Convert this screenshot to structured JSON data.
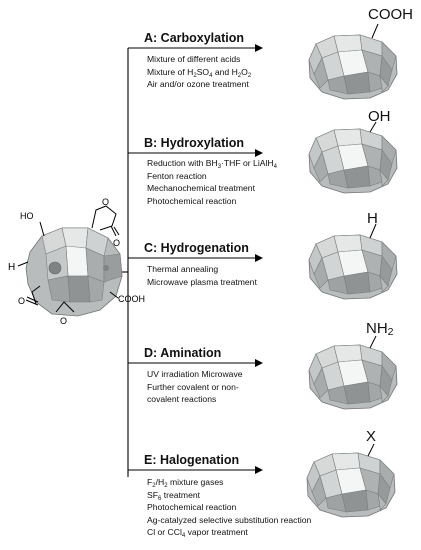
{
  "sections": [
    {
      "title": "A: Carboxylation",
      "lines": [
        [
          {
            "t": "Mixture of different acids"
          }
        ],
        [
          {
            "t": "Mixture of H"
          },
          {
            "sub": "2"
          },
          {
            "t": "SO"
          },
          {
            "sub": "4"
          },
          {
            "t": " and H"
          },
          {
            "sub": "2"
          },
          {
            "t": "O"
          },
          {
            "sub": "2"
          }
        ],
        [
          {
            "t": "Air and/or ozone treatment"
          }
        ]
      ],
      "group": [
        {
          "t": "COOH"
        }
      ]
    },
    {
      "title": "B: Hydroxylation",
      "lines": [
        [
          {
            "t": "Reduction with BH"
          },
          {
            "sub": "3"
          },
          {
            "t": "·THF or LiAlH"
          },
          {
            "sub": "4"
          }
        ],
        [
          {
            "t": "Fenton reaction"
          }
        ],
        [
          {
            "t": "Mechanochemical treatment"
          }
        ],
        [
          {
            "t": "Photochemical reaction"
          }
        ]
      ],
      "group": [
        {
          "t": "OH"
        }
      ]
    },
    {
      "title": "C: Hydrogenation",
      "lines": [
        [
          {
            "t": "Thermal annealing"
          }
        ],
        [
          {
            "t": "Microwave plasma treatment"
          }
        ]
      ],
      "group": [
        {
          "t": "H"
        }
      ]
    },
    {
      "title": "D: Amination",
      "lines": [
        [
          {
            "t": "UV irradiation Microwave"
          }
        ],
        [
          {
            "t": "Further covalent or non-"
          }
        ],
        [
          {
            "t": "covalent reactions"
          }
        ]
      ],
      "group": [
        {
          "t": "NH"
        },
        {
          "sub": "2"
        }
      ]
    },
    {
      "title": "E: Halogenation",
      "lines": [
        [
          {
            "t": "F"
          },
          {
            "sub": "2"
          },
          {
            "t": "/H"
          },
          {
            "sub": "2"
          },
          {
            "t": " mixture gases"
          }
        ],
        [
          {
            "t": "SF"
          },
          {
            "sub": "6"
          },
          {
            "t": " treatment"
          }
        ],
        [
          {
            "t": "Photochemical reaction"
          }
        ],
        [
          {
            "t": "Ag-catalyzed selective substitution reaction"
          }
        ],
        [
          {
            "t": "Cl or CCl"
          },
          {
            "sub": "4"
          },
          {
            "t": " vapor treatment"
          }
        ]
      ],
      "group": [
        {
          "t": "X"
        }
      ]
    }
  ],
  "source_molecule": {
    "labels": {
      "ho": "HO",
      "h": "H",
      "o_ring": "O",
      "o_carbonyl": "O",
      "o_epoxide": "O",
      "o_ketone": "O",
      "cooh": "COOH"
    }
  },
  "colors": {
    "arrow": "#000000",
    "cage_light": "#d9dbdb",
    "cage_mid": "#b4b7b7",
    "cage_dark": "#8f9393",
    "cage_edge": "#6f7474",
    "window": "#f4f6f6",
    "hole": "#7e8383"
  }
}
